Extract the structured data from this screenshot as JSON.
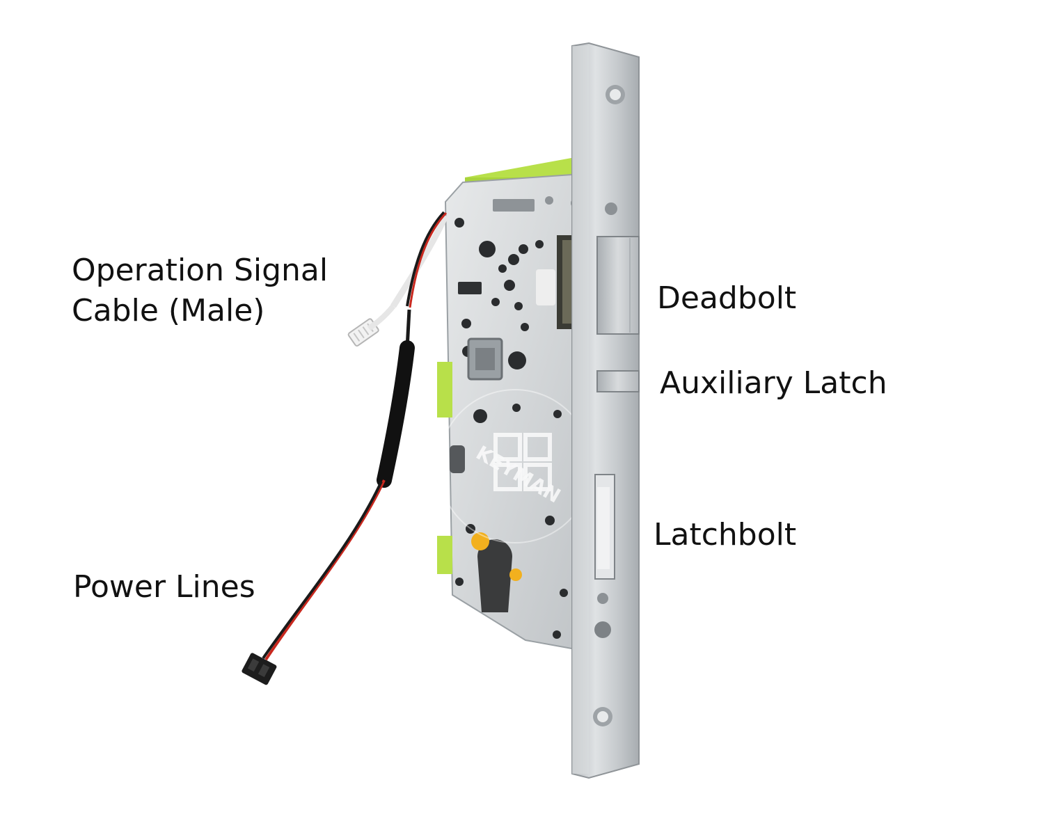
{
  "labels": {
    "signal_cable_line1": "Operation Signal",
    "signal_cable_line2": "Cable (Male)",
    "power_lines": "Power Lines",
    "deadbolt": "Deadbolt",
    "auxiliary_latch": "Auxiliary Latch",
    "latchbolt": "Latchbolt"
  },
  "watermark": {
    "brand": "KEYMAN"
  },
  "colors": {
    "steel": "#c9cdd0",
    "steel_dark": "#9fa4a8",
    "lime_board": "#b8e04a",
    "wire_red": "#c8281e",
    "wire_black": "#1a1a1a",
    "accent_yellow": "#f2b01e"
  }
}
